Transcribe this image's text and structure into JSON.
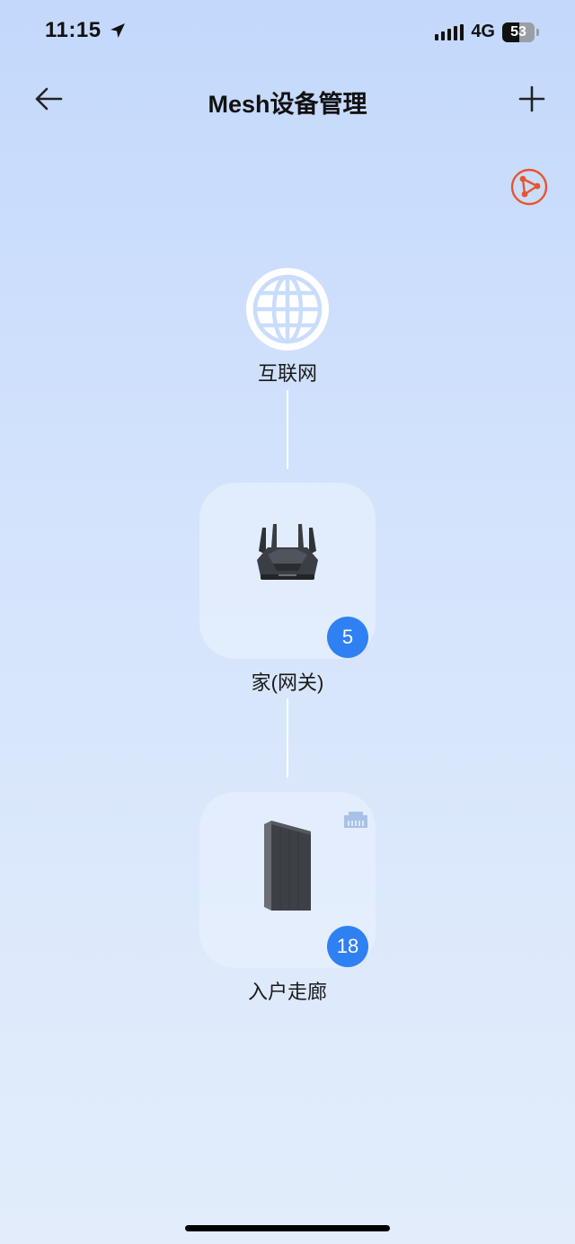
{
  "status_bar": {
    "time": "11:15",
    "network": "4G",
    "battery": "53",
    "icons": [
      "location-arrow-icon",
      "signal-icon",
      "battery-icon"
    ]
  },
  "header": {
    "title": "Mesh设备管理",
    "icons": [
      "back-arrow-icon",
      "plus-icon",
      "topology-icon"
    ]
  },
  "topology": {
    "internet": {
      "label": "互联网",
      "icon": "globe-icon"
    },
    "nodes": [
      {
        "label": "家(网关)",
        "device_count": "5",
        "device": "gateway-router-image"
      },
      {
        "label": "入户走廊",
        "device_count": "18",
        "device": "satellite-router-image",
        "connection": "ethernet-icon"
      }
    ]
  },
  "colors": {
    "badge": "#2f80f2",
    "topology_icon": "#e8542f",
    "background_top": "#c3d8fb",
    "background_bottom": "#e2ecfb"
  }
}
